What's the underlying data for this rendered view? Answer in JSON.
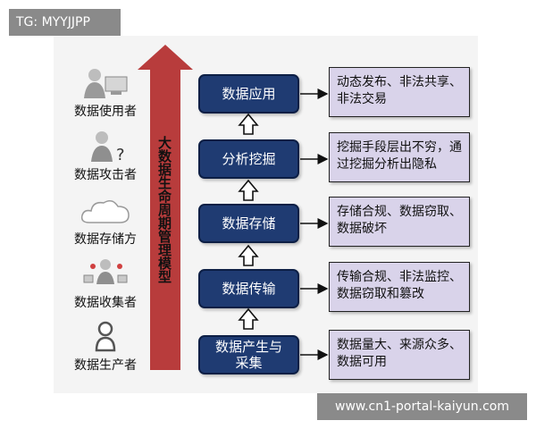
{
  "tag": "TG: MYYJJPP",
  "watermark": "www.cn1-portal-kaiyun.com",
  "model_title": "大数据生命周期管理模型",
  "actors": [
    {
      "label": "数据使用者",
      "icon": "user-at-computer-icon"
    },
    {
      "label": "数据攻击者",
      "icon": "attacker-icon"
    },
    {
      "label": "数据存储方",
      "icon": "cloud-icon"
    },
    {
      "label": "数据收集者",
      "icon": "collector-icon"
    },
    {
      "label": "数据生产者",
      "icon": "person-icon"
    }
  ],
  "stages": [
    {
      "label": "数据应用",
      "risk": "动态发布、非法共享、非法交易"
    },
    {
      "label": "分析挖掘",
      "risk": "挖掘手段层出不穷，通过挖掘分析出隐私"
    },
    {
      "label": "数据存储",
      "risk": "存储合规、数据窃取、数据破坏"
    },
    {
      "label": "数据传输",
      "risk": "传输合规、非法监控、数据窃取和篡改"
    },
    {
      "label": "数据产生与采集",
      "risk": "数据量大、来源众多、数据可用"
    }
  ],
  "colors": {
    "stage_fill": "#1f3b72",
    "risk_fill": "#d9d3ea",
    "big_arrow": "#b83c3c"
  }
}
